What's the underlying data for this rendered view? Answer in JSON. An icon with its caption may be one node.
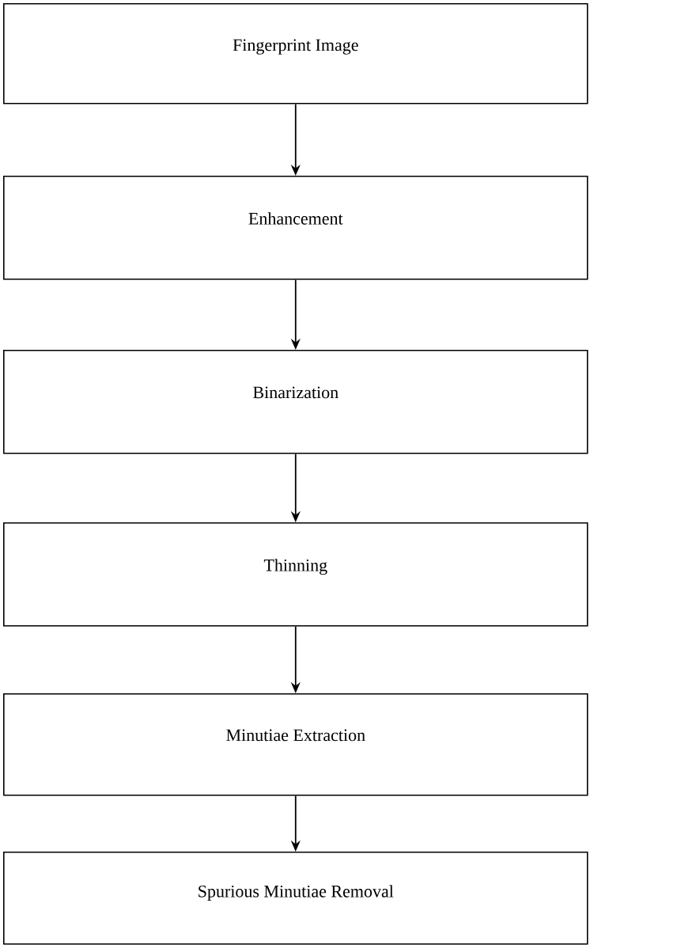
{
  "diagram": {
    "nodes": [
      {
        "text": [
          "Fingerprint Image"
        ]
      },
      {
        "text": [
          "Enhancement"
        ]
      },
      {
        "text": [
          "Binarization"
        ]
      },
      {
        "text": [
          "Thinning"
        ]
      },
      {
        "text": [
          "Minutiae Extraction"
        ]
      },
      {
        "text": [
          "Spurious Minutiae Removal"
        ]
      }
    ],
    "edges": [
      {
        "from": 0,
        "to": 1,
        "arrow": "to"
      },
      {
        "from": 1,
        "to": 2,
        "arrow": "to"
      },
      {
        "from": 2,
        "to": 3,
        "arrow": "to"
      },
      {
        "from": 3,
        "to": 4,
        "arrow": "to"
      },
      {
        "from": 4,
        "to": 5,
        "arrow": "to"
      }
    ]
  }
}
